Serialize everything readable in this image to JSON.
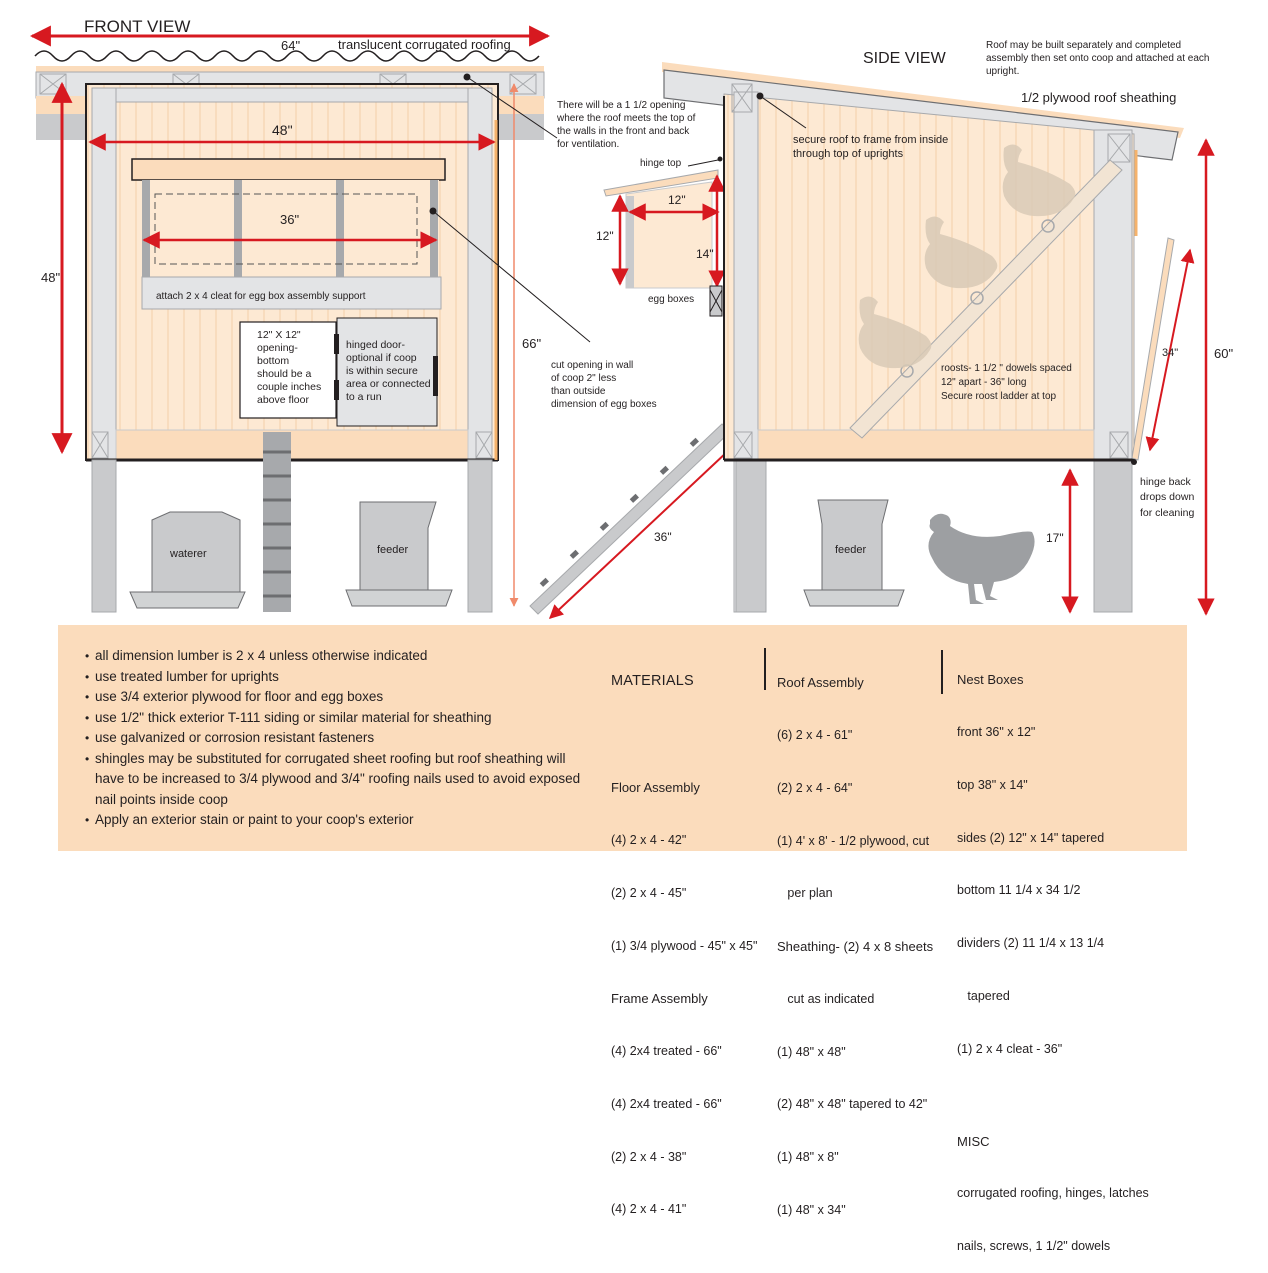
{
  "front_view": {
    "title": "FRONT VIEW",
    "roof_width": "64\"",
    "roof_label": "translucent corrugated roofing",
    "inner_width": "48\"",
    "egg_box_width": "36\"",
    "height_left": "48\"",
    "height_right": "66\"",
    "cleat_label": "attach  2 x 4 cleat for egg box assembly support",
    "opening_note": [
      "12\" X 12\"",
      "opening-",
      "bottom",
      "should be a",
      "couple inches",
      "above floor"
    ],
    "door_note": [
      "hinged door-",
      "optional if coop",
      "is within secure",
      "area or connected",
      "to a run"
    ],
    "waterer": "waterer",
    "feeder": "feeder"
  },
  "middle_notes": {
    "ventilation": [
      "There will be a 1 1/2 opening",
      "where the roof meets the top of",
      "the walls in the front and back",
      "for ventilation."
    ],
    "hinge_top": "hinge top",
    "box_top": "12\"",
    "box_side": "12\"",
    "box_depth": "14\"",
    "egg_boxes": "egg boxes",
    "cut_opening": [
      "cut opening in wall",
      "of coop 2\" less",
      "than outside",
      "dimension of egg boxes"
    ],
    "ramp_length": "36\""
  },
  "side_view": {
    "title": "SIDE VIEW",
    "roof_note": [
      "Roof may be built separately and completed",
      "assembly then set onto coop and attached at each",
      "upright."
    ],
    "plywood_label": "1/2 plywood roof sheathing",
    "secure_roof": [
      "secure roof to frame from inside",
      "through top of uprights"
    ],
    "roosts": [
      "roosts- 1 1/2 \" dowels spaced",
      "12\" apart - 36\" long",
      "Secure roost ladder at top"
    ],
    "back_panel": "34\"",
    "height": "60\"",
    "leg_height": "17\"",
    "hinge_back": [
      "hinge back",
      "drops down",
      "for cleaning"
    ],
    "feeder": "feeder"
  },
  "notes": [
    "all dimension lumber is 2 x 4 unless otherwise indicated",
    "use treated lumber for uprights",
    "use 3/4 exterior plywood for floor and egg boxes",
    "use 1/2\" thick exterior T-111 siding or similar material for sheathing",
    "use galvanized or corrosion resistant fasteners",
    "shingles may be substituted for corrugated sheet roofing but roof sheathing will have to be increased to 3/4 plywood and 3/4\" roofing nails used to avoid exposed nail points inside coop",
    "Apply an exterior stain or paint to your coop's exterior"
  ],
  "materials": {
    "title": "MATERIALS",
    "floor_title": "Floor Assembly",
    "floor": [
      "(4) 2 x 4 - 42\"",
      "(2) 2 x 4 - 45\"",
      "(1) 3/4 plywood - 45\" x 45\""
    ],
    "frame_title": "Frame Assembly",
    "frame": [
      "(4) 2x4 treated - 66\"",
      "(4) 2x4 treated - 66\"",
      "(2) 2 x 4 - 38\"",
      "(4) 2 x 4 - 41\""
    ],
    "roof_title": "Roof Assembly",
    "roof": [
      "(6) 2 x 4 - 61\"",
      "(2) 2 x 4 - 64\"",
      "(1) 4' x 8' - 1/2 plywood, cut",
      "   per plan"
    ],
    "sheathing_title": "Sheathing- (2) 4 x 8 sheets",
    "sheathing_sub": "   cut as indicated",
    "sheathing": [
      "(1) 48\" x 48\"",
      "(2) 48\" x 48\" tapered to 42\"",
      "(1) 48\" x 8\"",
      "(1) 48\" x 34\""
    ],
    "nest_title": "Nest Boxes",
    "nest": [
      "front 36\" x 12\"",
      "top 38\" x 14\"",
      "sides (2) 12\" x 14\" tapered",
      "bottom 11 1/4 x 34 1/2",
      "dividers (2) 11 1/4 x 13 1/4",
      "   tapered",
      "(1) 2 x 4 cleat - 36\""
    ],
    "misc_title": "MISC",
    "misc": [
      "corrugated roofing, hinges, latches",
      "nails, screws, 1 1/2\" dowels"
    ]
  }
}
